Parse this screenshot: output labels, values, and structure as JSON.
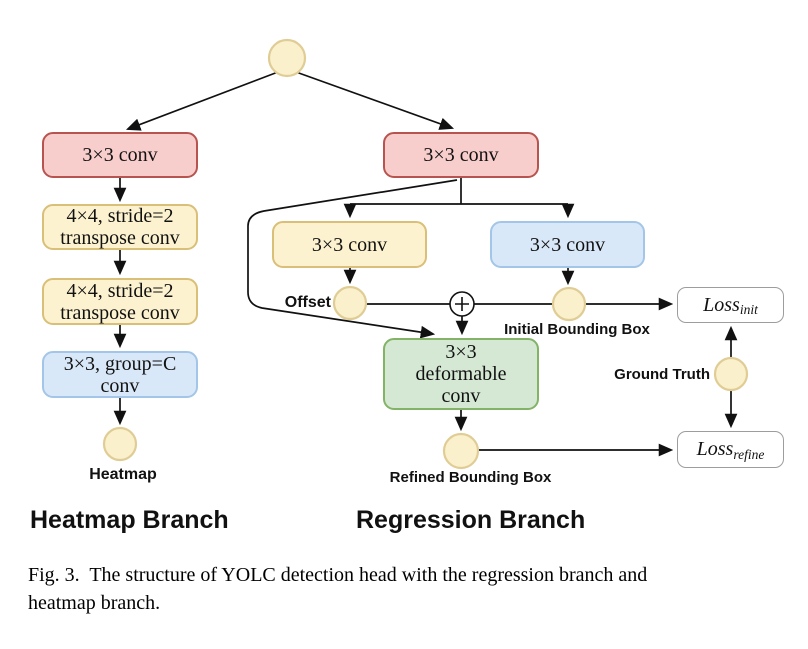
{
  "figure": {
    "nodes": {
      "hm_conv": "3×3 conv",
      "hm_deconv1": "4×4, stride=2\ntranspose conv",
      "hm_deconv2": "4×4, stride=2\ntranspose conv",
      "hm_group_conv": "3×3, group=C\nconv",
      "reg_conv": "3×3 conv",
      "offset_conv": "3×3 conv",
      "bbox_conv": "3×3 conv",
      "deform_conv": "3×3\ndeformable\nconv"
    },
    "labels": {
      "offset": "Offset",
      "initial_bbox": "Initial Bounding Box",
      "refined_bbox": "Refined Bounding Box",
      "ground_truth": "Ground Truth",
      "heatmap": "Heatmap",
      "plus": "+"
    },
    "losses": {
      "init_base": "Loss",
      "init_sub": "init",
      "refine_base": "Loss",
      "refine_sub": "refine"
    },
    "titles": {
      "heatmap_branch": "Heatmap Branch",
      "regression_branch": "Regression Branch"
    },
    "caption": "Fig. 3.  The structure of YOLC detection head with the regression branch and\nheatmap branch.",
    "colors": {
      "conv_red_fill": "#f8cecc",
      "conv_red_stroke": "#b85450",
      "conv_yellow_fill": "#fdf2d0",
      "conv_yellow_stroke": "#d9bf77",
      "conv_blue_fill": "#d9e8f8",
      "conv_blue_stroke": "#a3c6e8",
      "conv_green_fill": "#d5e8d4",
      "conv_green_stroke": "#82b366",
      "node_circle_fill": "#faf0cc",
      "node_circle_stroke": "#e0cd96",
      "loss_box_stroke": "#9d9d9d",
      "edge_color": "#111111"
    }
  }
}
